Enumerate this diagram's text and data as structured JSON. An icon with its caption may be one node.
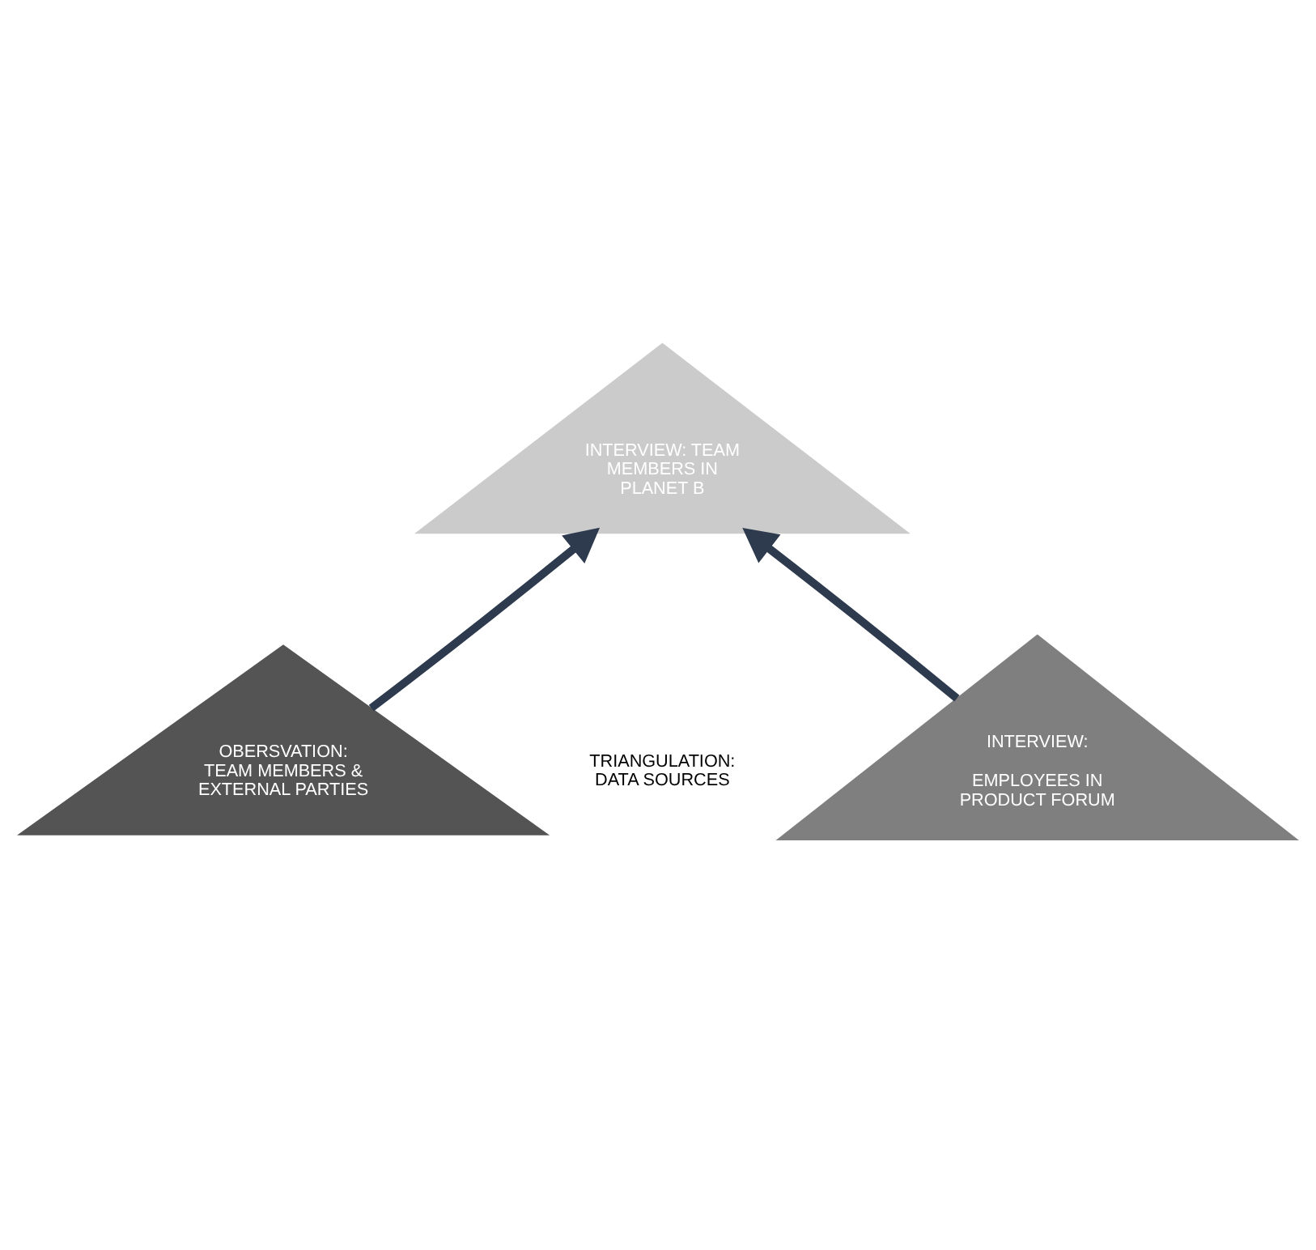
{
  "diagram": {
    "nodes": [
      {
        "text": [
          "INTERVIEW: TEAM MEMBERS IN PLANET B"
        ]
      },
      {
        "text": [
          "OBERSVATION: TEAM MEMBERS & EXTERNAL PARTIES"
        ]
      },
      {
        "text": [
          "INTERVIEW:",
          "EMPLOYEES IN PRODUCT FORUM"
        ]
      }
    ],
    "edges": [
      {
        "from": 1,
        "to": 0,
        "arrow": "to"
      },
      {
        "from": 2,
        "to": 0,
        "arrow": "to"
      }
    ],
    "labels": [
      "TRIANGULATION: DATA SOURCES"
    ]
  }
}
